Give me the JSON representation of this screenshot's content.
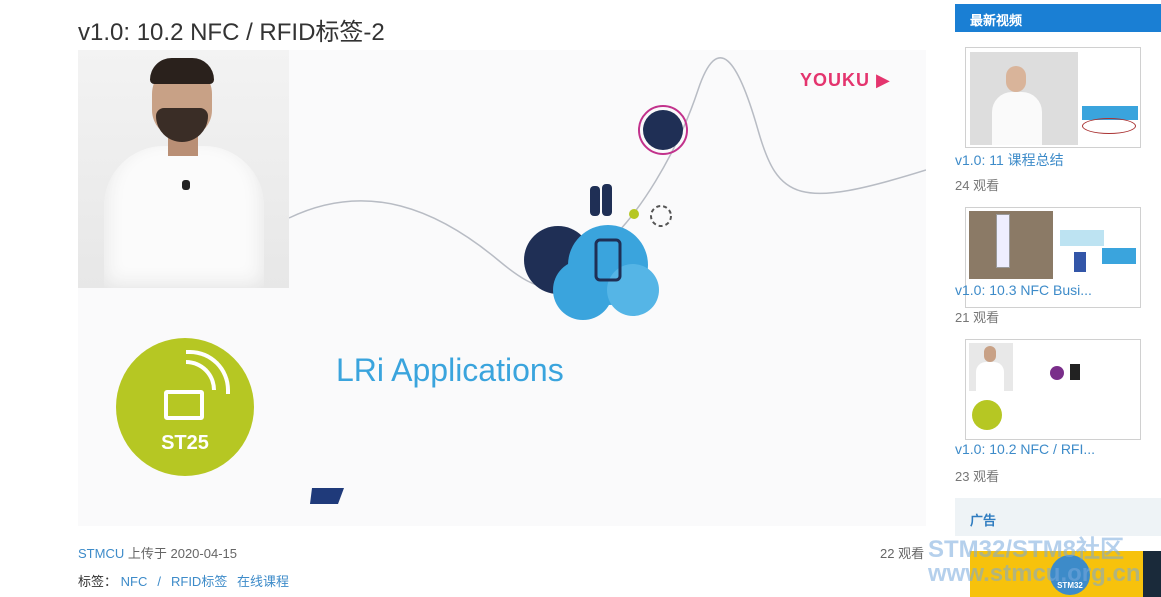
{
  "video": {
    "title": "v1.0: 10.2 NFC / RFID标签-2",
    "slide_heading": "LRi Applications",
    "slide_logo_text": "ST25",
    "player_watermark": "YOUKU",
    "uploader": "STMCU",
    "upload_prefix": "上传于",
    "upload_date": "2020-04-15",
    "views": "22 观看",
    "tags_label": "标签：",
    "tags": [
      "NFC",
      "RFID标签",
      "在线课程"
    ],
    "tag_separator": "/"
  },
  "sidebar": {
    "latest_heading": "最新视频",
    "videos": [
      {
        "title": "v1.0: 11 课程总结",
        "views": "24 观看"
      },
      {
        "title": "v1.0: 10.3 NFC Busi...",
        "views": "21 观看"
      },
      {
        "title": "v1.0: 10.2 NFC / RFI...",
        "views": "23 观看"
      }
    ],
    "ad_heading": "广告"
  },
  "watermark": {
    "line1": "STM32/STM8社区",
    "line2": "www.stmcu.org.cn"
  },
  "colors": {
    "accent": "#1a7fd4",
    "link": "#3d8bc9",
    "st25_green": "#b6c723",
    "slide_blue": "#3aa4dd",
    "youku_pink": "#e4346e"
  }
}
